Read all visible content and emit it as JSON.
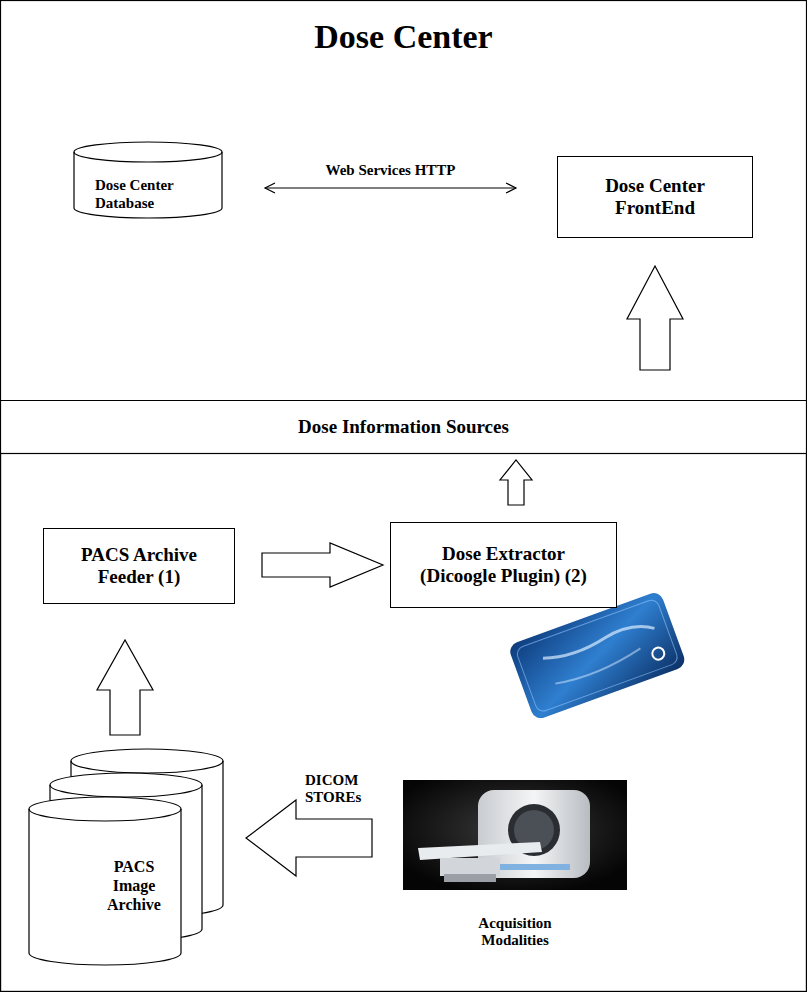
{
  "diagram": {
    "nodes": [
      {
        "text": [
          "Dose Center"
        ]
      },
      {
        "text": [
          "Dose Center Database"
        ],
        "in": 0
      },
      {
        "text": [
          "Dose Center FrontEnd"
        ],
        "in": 0
      },
      {
        "text": [
          "Dose Information Sources"
        ]
      },
      {
        "text": [
          "PACS Archive Feeder (1)"
        ]
      },
      {
        "text": [
          "Dose Extractor (Dicoogle Plugin) (2)"
        ]
      },
      {
        "text": [
          "PACS Image Archive"
        ]
      },
      {
        "text": [
          "Acquisition Modalities"
        ]
      }
    ],
    "edges": [
      {
        "from": 1,
        "to": 2,
        "label": "Web Services HTTP",
        "arrow": "both"
      },
      {
        "from": 3,
        "to": 2,
        "arrow": "to"
      },
      {
        "from": 5,
        "to": 3,
        "arrow": "to"
      },
      {
        "from": 4,
        "to": 5,
        "arrow": "to"
      },
      {
        "from": 6,
        "to": 4,
        "arrow": "to"
      },
      {
        "from": 7,
        "to": 6,
        "label": "DICOM STOREs",
        "arrow": "to"
      }
    ]
  }
}
